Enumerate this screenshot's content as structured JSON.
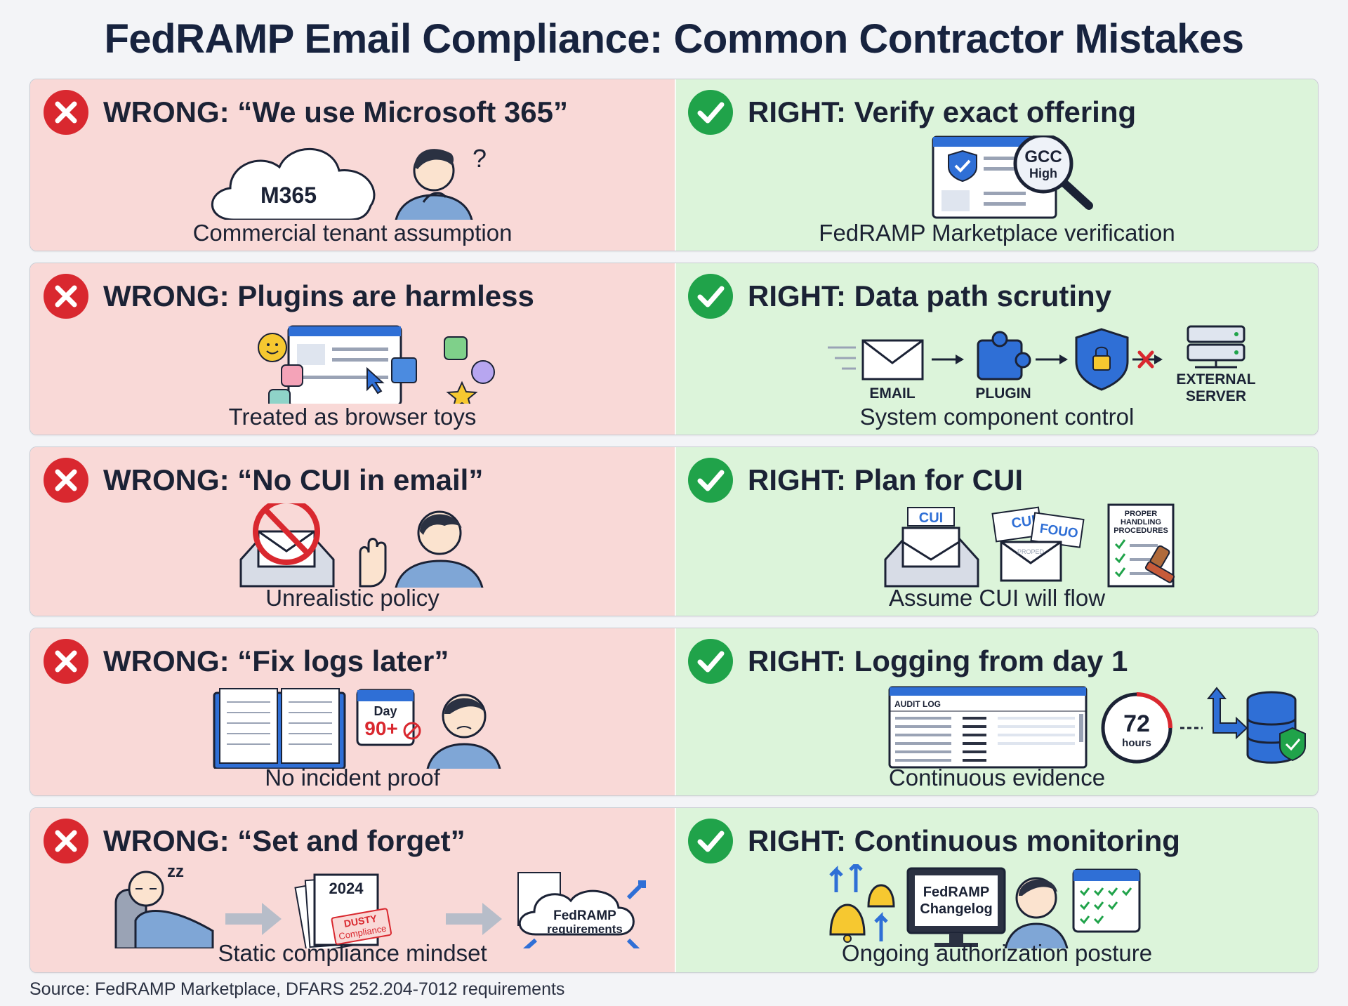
{
  "title": "FedRAMP Email Compliance: Common Contractor Mistakes",
  "colors": {
    "wrong_bg": "#f9d9d7",
    "right_bg": "#dcf4da",
    "wrong_badge": "#d9282f",
    "right_badge": "#20a34a",
    "navy": "#17233f",
    "accent_blue": "#2f6fd6"
  },
  "icons": {
    "wrong": "x-circle-icon",
    "right": "check-circle-icon"
  },
  "rows": [
    {
      "wrong": {
        "heading": "WRONG: “We use Microsoft 365”",
        "caption": "Commercial tenant assumption",
        "labels": {
          "cloud": "M365"
        }
      },
      "right": {
        "heading": "RIGHT: Verify exact offering",
        "caption": "FedRAMP Marketplace verification",
        "labels": {
          "magnifier_line1": "GCC",
          "magnifier_line2": "High"
        }
      }
    },
    {
      "wrong": {
        "heading": "WRONG: Plugins are harmless",
        "caption": "Treated as browser toys"
      },
      "right": {
        "heading": "RIGHT: Data path scrutiny",
        "caption": "System component control",
        "labels": {
          "email": "EMAIL",
          "plugin": "PLUGIN",
          "external_line1": "EXTERNAL",
          "external_line2": "SERVER"
        }
      }
    },
    {
      "wrong": {
        "heading": "WRONG: “No CUI in email”",
        "caption": "Unrealistic policy"
      },
      "right": {
        "heading": "RIGHT: Plan for CUI",
        "caption": "Assume CUI will flow",
        "labels": {
          "tray_tag": "CUI",
          "tag1": "CUI",
          "tag2": "FOUO",
          "envelope_stamp": "PROPED",
          "doc_line1": "PROPER",
          "doc_line2": "HANDLING",
          "doc_line3": "PROCEDURES"
        }
      }
    },
    {
      "wrong": {
        "heading": "WRONG: “Fix logs later”",
        "caption": "No incident proof",
        "labels": {
          "cal_day": "Day",
          "cal_num": "90+"
        }
      },
      "right": {
        "heading": "RIGHT: Logging from day 1",
        "caption": "Continuous evidence",
        "labels": {
          "audit_title": "AUDIT LOG",
          "timer_num": "72",
          "timer_unit": "hours"
        }
      }
    },
    {
      "wrong": {
        "heading": "WRONG: “Set and forget”",
        "caption": "Static compliance mindset",
        "labels": {
          "zz": "zz",
          "doc_year": "2024",
          "stamp_line1": "DUSTY",
          "stamp_line2": "Compliance",
          "cloud_line1": "FedRAMP",
          "cloud_line2": "requirements"
        }
      },
      "right": {
        "heading": "RIGHT: Continuous monitoring",
        "caption": "Ongoing authorization posture",
        "labels": {
          "screen_line1": "FedRAMP",
          "screen_line2": "Changelog"
        }
      }
    }
  ],
  "source": "Source: FedRAMP Marketplace, DFARS 252.204-7012 requirements"
}
